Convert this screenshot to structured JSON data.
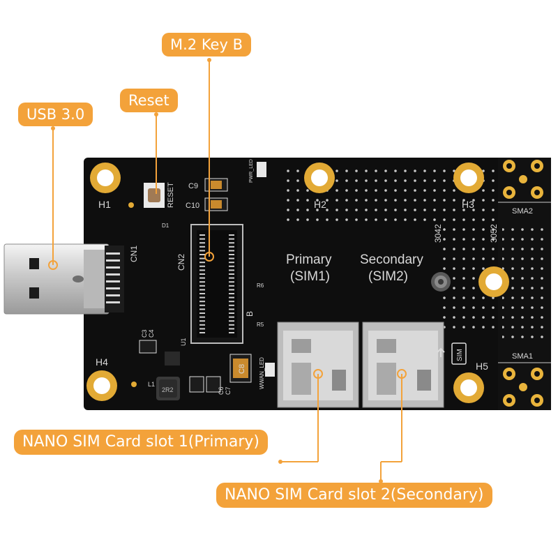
{
  "callouts": {
    "m2": "M.2 Key B",
    "reset": "Reset",
    "usb": "USB 3.0",
    "sim1": "NANO SIM Card slot 1(Primary)",
    "sim2": "NANO SIM Card slot 2(Secondary)"
  },
  "silkscreen": {
    "h1": "H1",
    "h2": "H2",
    "h3": "H3",
    "h4": "H4",
    "h5": "H5",
    "reset": "RESET",
    "c9": "C9",
    "c10": "C10",
    "pwr_led": "PWR_LED",
    "cn1": "CN1",
    "cn2": "CN2",
    "b": "B",
    "primary": "Primary",
    "sim1": "(SIM1)",
    "secondary": "Secondary",
    "sim2": "(SIM2)",
    "len3042": "3042",
    "len3052": "3052",
    "sma1": "SMA1",
    "sma2": "SMA2",
    "sim": "SIM",
    "c8": "C8",
    "wwan_led": "WWAN_LED",
    "l1": "L1",
    "c3": "C3",
    "c4": "C4",
    "u1": "U1",
    "c6": "C6",
    "c7": "C7",
    "r5": "R5",
    "r6": "R6",
    "d1": "D1",
    "inductor": "2R2"
  },
  "colors": {
    "accent": "#f3a23a",
    "board": "#0e0e0e",
    "gold": "#e6b23a",
    "silkscreen": "#d8d8d8"
  }
}
